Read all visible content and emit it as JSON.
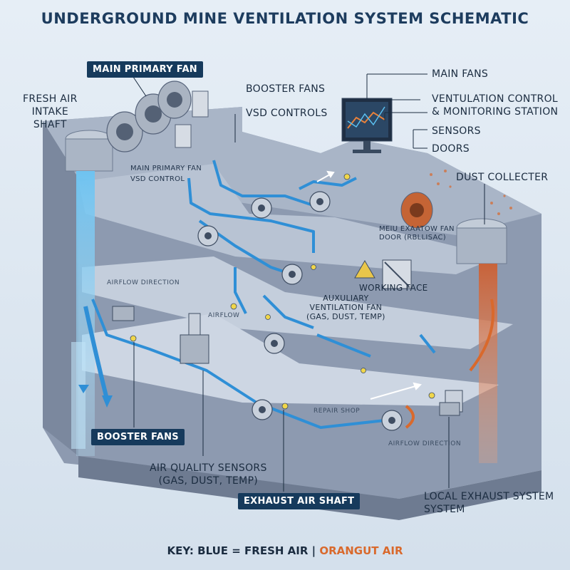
{
  "title": "UNDERGROUND MINE VENTILATION SYSTEM SCHEMATIC",
  "labels": {
    "main_primary_fan": "MAIN PRIMARY FAN",
    "fresh_air_intake": "FRESH AIR\nINTAKE\nSHAFT",
    "booster_fans_top": "BOOSTER FANS",
    "vsd_controls": "VSD CONTROLS",
    "main_fans": "MAIN FANS",
    "ventilation_control": "VENTULATION CONTROL\n& MONITORING STATION",
    "sensors": "SENSORS",
    "doors": "DOORS",
    "dust_collector": "DUST COLLECTER",
    "main_primary_fan_small": "MAIN PRIMARY FAN",
    "vsd_control_small": "VSD CONTROL",
    "meiu_exhaust": "MEIU EXAATOW FAN\nDOOR (RBLLISAC)",
    "airflow_direction_left": "AIRFLOW DIRECTION",
    "airflow_mid": "AIRFLOW",
    "working_face": "WORKING FACE",
    "auxiliary_fan": "AUXULIARY\nVENTILATION FAN\n(GAS, DUST, TEMP)",
    "repair_shop": "REPAIR SHOP",
    "airflow_direction_right": "AIRFLOW DIRECTION",
    "booster_fans_bottom": "BOOSTER FANS",
    "air_quality_sensors": "AIR QUALITY SENSORS\n(GAS, DUST, TEMP)",
    "exhaust_air_shaft": "EXHAUST AIR SHAFT",
    "local_exhaust": "LOCAL EXHAUST SYSTEM\nSYSTEM"
  },
  "key": {
    "prefix": "KEY: BLUE = FRESH AIR | ",
    "orange_part": "ORANGUT AIR"
  },
  "colors": {
    "fresh_air": "#2f8fd6",
    "exhaust_air": "#d9692c",
    "rock": "#8e9bb0",
    "label_box": "#163a5c"
  }
}
